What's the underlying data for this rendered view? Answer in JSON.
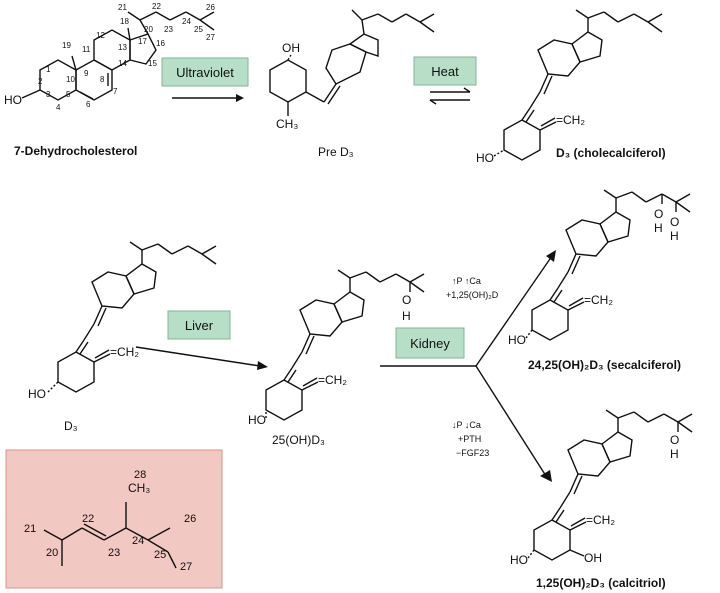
{
  "process_boxes": {
    "ultraviolet": "Ultraviolet",
    "heat": "Heat",
    "liver": "Liver",
    "kidney": "Kidney"
  },
  "molecules": {
    "dehydrocholesterol": "7-Dehydrocholesterol",
    "pre_d3": "Pre D₃",
    "d3_cholecalciferol": "D₃ (cholecalciferol)",
    "d3": "D₃",
    "hydroxy_d3": "25(OH)D₃",
    "secalciferol": "24,25(OH)₂D₃ (secalciferol)",
    "calcitriol": "1,25(OH)₂D₃ (calcitriol)"
  },
  "regulation": {
    "upper": [
      "↑P ↑Ca",
      "+1,25(OH)₂D"
    ],
    "lower": [
      "↓P ↓Ca",
      "+PTH",
      "−FGF23"
    ]
  },
  "atom_labels": {
    "ho": "HO",
    "oh": "OH",
    "ch3": "CH₃",
    "ch2": "=CH₂",
    "o": "O",
    "h": "H"
  },
  "carbon_numbers_steroid": [
    "1",
    "2",
    "3",
    "4",
    "5",
    "6",
    "7",
    "8",
    "9",
    "10",
    "11",
    "12",
    "13",
    "14",
    "15",
    "16",
    "17",
    "18",
    "19",
    "20",
    "21",
    "22",
    "23",
    "24",
    "25",
    "26",
    "27"
  ],
  "inset_numbers": [
    "20",
    "21",
    "22",
    "23",
    "24",
    "25",
    "26",
    "27",
    "28"
  ],
  "colors": {
    "process_box": "#b7dfc7",
    "process_box_border": "#7fb596",
    "inset_fill": "#f1c8c2",
    "inset_border": "#d9968c"
  }
}
